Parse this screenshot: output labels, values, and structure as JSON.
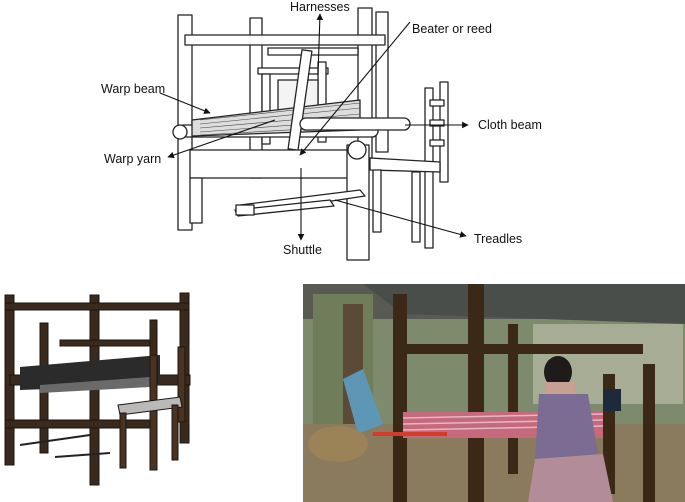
{
  "diagram": {
    "labels": {
      "harnesses": "Harnesses",
      "beater_reed": "Beater or reed",
      "warp_beam": "Warp beam",
      "cloth_beam": "Cloth beam",
      "warp_yarn": "Warp yarn",
      "shuttle": "Shuttle",
      "treadles": "Treadles"
    }
  }
}
